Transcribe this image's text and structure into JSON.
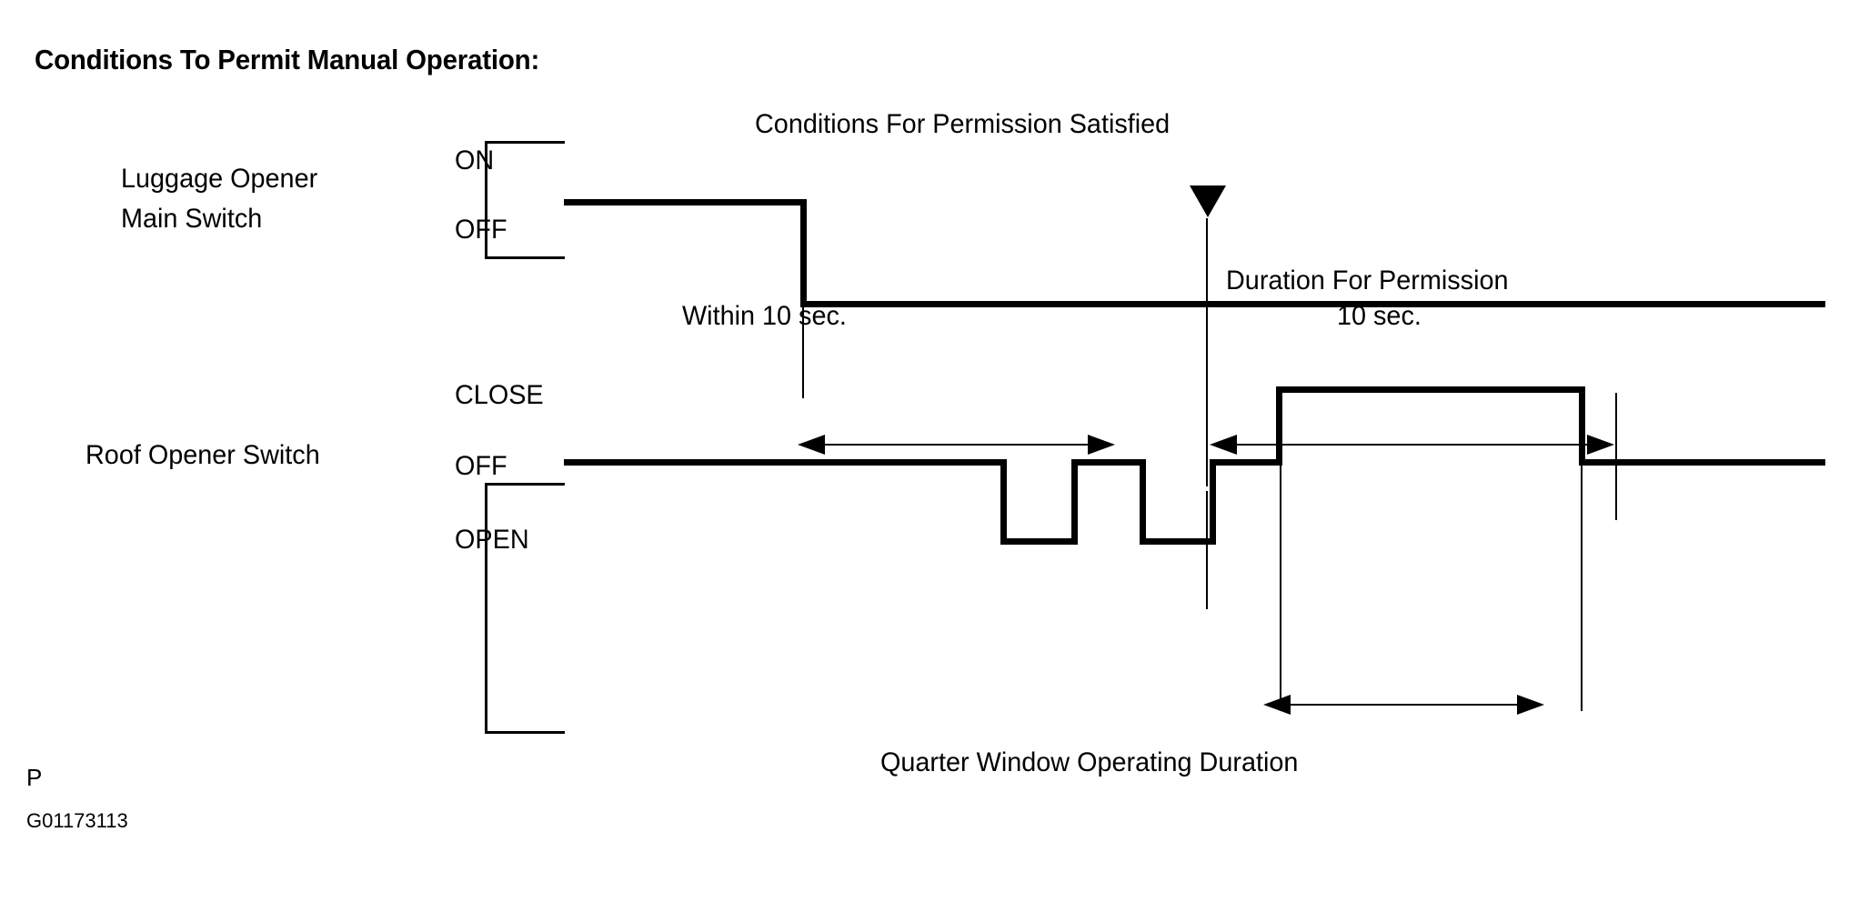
{
  "title": "Conditions To Permit Manual Operation:",
  "signals": [
    {
      "name_line1": "Luggage  Opener",
      "name_line2": "Main Switch",
      "states": [
        "ON",
        "OFF"
      ]
    },
    {
      "name_line1": "Roof Opener Switch",
      "name_line2": "",
      "states": [
        "CLOSE",
        "OFF",
        "OPEN"
      ]
    }
  ],
  "annotations": {
    "event_marker": "Conditions For Permission Satisfied",
    "within_label": "Within 10 sec.",
    "duration_title": "Duration For Permission",
    "duration_value": "10 sec.",
    "quarter_window": "Quarter Window Operating Duration"
  },
  "footer": {
    "page_mark": "P",
    "figure_id": "G01173113"
  },
  "chart_data": {
    "type": "line",
    "title": "Conditions To Permit Manual Operation:",
    "xlabel": "",
    "ylabel": "",
    "series": [
      {
        "name": "Luggage Opener Main Switch",
        "levels": [
          "ON",
          "OFF"
        ],
        "points": [
          {
            "x": 620,
            "state": "ON"
          },
          {
            "x": 883,
            "state": "ON"
          },
          {
            "x": 883,
            "state": "OFF"
          },
          {
            "x": 2007,
            "state": "OFF"
          }
        ]
      },
      {
        "name": "Roof Opener Switch",
        "levels": [
          "CLOSE",
          "OFF",
          "OPEN"
        ],
        "points": [
          {
            "x": 620,
            "state": "OFF"
          },
          {
            "x": 1103,
            "state": "OFF"
          },
          {
            "x": 1103,
            "state": "OPEN"
          },
          {
            "x": 1182,
            "state": "OPEN"
          },
          {
            "x": 1182,
            "state": "OFF"
          },
          {
            "x": 1256,
            "state": "OFF"
          },
          {
            "x": 1256,
            "state": "OPEN"
          },
          {
            "x": 1333,
            "state": "OPEN"
          },
          {
            "x": 1333,
            "state": "OFF"
          },
          {
            "x": 1406,
            "state": "OFF"
          },
          {
            "x": 1406,
            "state": "CLOSE"
          },
          {
            "x": 1740,
            "state": "CLOSE"
          },
          {
            "x": 1740,
            "state": "OFF"
          },
          {
            "x": 2007,
            "state": "OFF"
          }
        ]
      }
    ],
    "events": [
      {
        "label": "Conditions For Permission Satisfied",
        "x": 1328,
        "marker": "triangle-down"
      }
    ],
    "intervals": [
      {
        "label": "Within 10 sec.",
        "from": 877,
        "to": 1328,
        "y": 489
      },
      {
        "label": "Duration For Permission / 10 sec.",
        "from": 1328,
        "to": 1777,
        "y": 489
      },
      {
        "label": "Quarter Window Operating Duration",
        "from": 1388,
        "to": 1678,
        "y": 775
      }
    ]
  }
}
